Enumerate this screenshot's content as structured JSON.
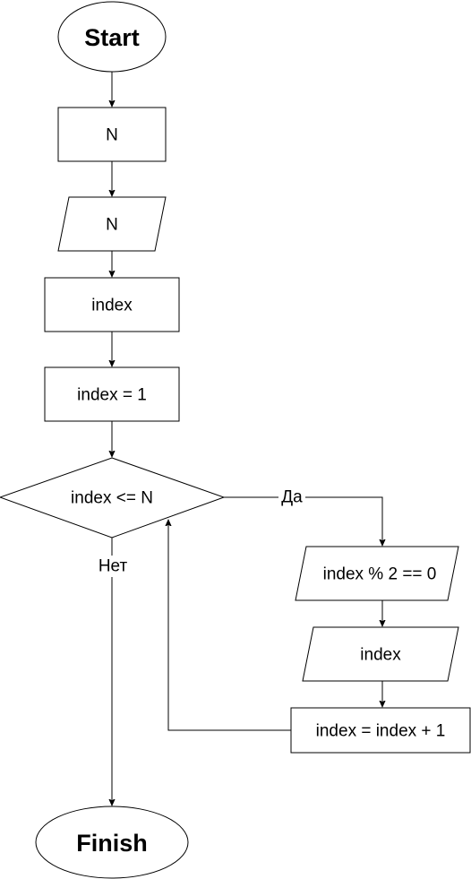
{
  "nodes": {
    "start": "Start",
    "declare_n": "N",
    "input_n": "N",
    "declare_index": "index",
    "init_index": "index = 1",
    "condition": "index <= N",
    "check_even": "index % 2 == 0",
    "output_index": "index",
    "increment": "index = index + 1",
    "finish": "Finish"
  },
  "edges": {
    "yes_label": "Да",
    "no_label": "Нет"
  }
}
